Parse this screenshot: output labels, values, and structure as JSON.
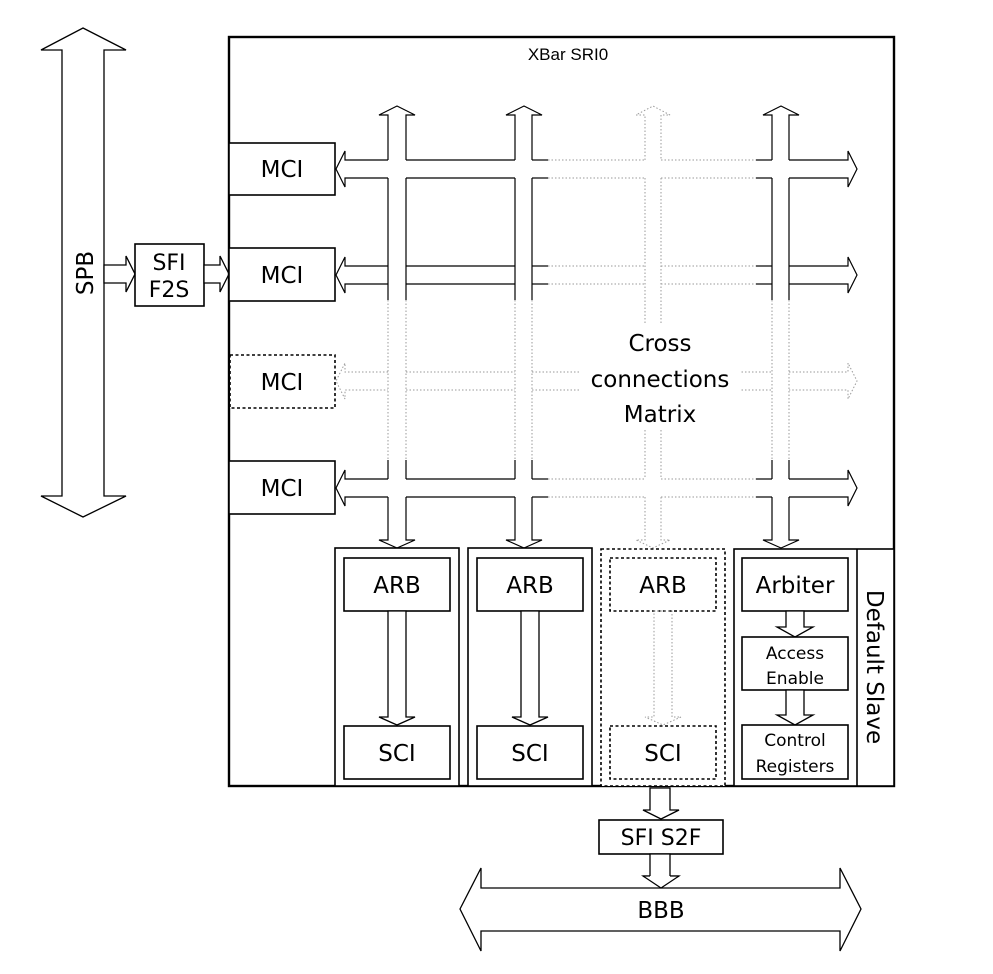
{
  "title": "XBar SRI0",
  "left_bus": {
    "label": "SPB"
  },
  "bridge_in": {
    "line1": "SFI",
    "line2": "F2S"
  },
  "masters": [
    {
      "label": "MCI",
      "style": "solid"
    },
    {
      "label": "MCI",
      "style": "solid"
    },
    {
      "label": "MCI",
      "style": "dashed"
    },
    {
      "label": "MCI",
      "style": "solid"
    }
  ],
  "matrix_label": {
    "line1": "Cross",
    "line2": "connections",
    "line3": "Matrix"
  },
  "slaves": [
    {
      "arb": "ARB",
      "sci": "SCI",
      "style": "solid"
    },
    {
      "arb": "ARB",
      "sci": "SCI",
      "style": "solid"
    },
    {
      "arb": "ARB",
      "sci": "SCI",
      "style": "dashed"
    }
  ],
  "default_slave": {
    "label": "Default Slave",
    "arbiter": "Arbiter",
    "access_enable": {
      "line1": "Access",
      "line2": "Enable"
    },
    "control_registers": {
      "line1": "Control",
      "line2": "Registers"
    }
  },
  "bridge_out": {
    "label": "SFI S2F"
  },
  "bottom_bus": {
    "label": "BBB"
  }
}
